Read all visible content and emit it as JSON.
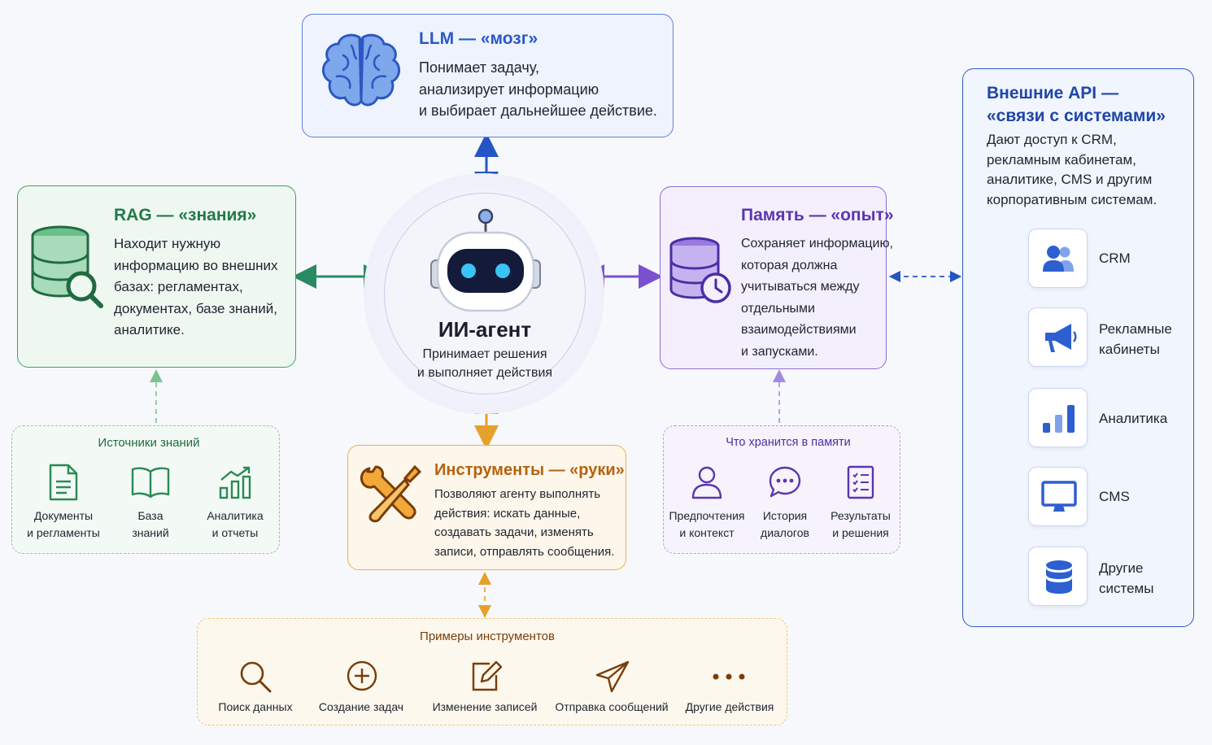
{
  "agent": {
    "title": "ИИ-агент",
    "subtitle": "Принимает решения\nи выполняет действия",
    "icon": "robot-icon"
  },
  "llm": {
    "title": "LLM — «мозг»",
    "text": "Понимает задачу,\nанализирует информацию\nи выбирает дальнейшее действие.",
    "icon": "brain-icon",
    "color": "#2b58c7"
  },
  "rag": {
    "title": "RAG — «знания»",
    "text": "Находит нужную\nинформацию во внешних\nбазах: регламентах,\nдокументах, базе знаний,\nаналитике.",
    "icon": "database-search-icon",
    "color": "#22794a"
  },
  "memory": {
    "title": "Память — «опыт»",
    "text": "Сохраняет информацию,\nкоторая должна\nучитываться между\nотдельными\nвзаимодействиями\nи запусками.",
    "icon": "database-clock-icon",
    "color": "#5a36b0"
  },
  "tools": {
    "title": "Инструменты — «руки»",
    "text": "Позволяют агенту выполнять\nдействия: искать данные,\nсоздавать задачи, изменять\nзаписи, отправлять сообщения.",
    "icon": "wrench-screwdriver-icon",
    "color": "#b5620f"
  },
  "api": {
    "title": "Внешние API —\n«связи с системами»",
    "text": "Дают доступ к CRM,\nрекламным кабинетам,\nаналитике, CMS и другим\nкорпоративным системам.",
    "color": "#1f46a8",
    "items": [
      {
        "label": "CRM",
        "icon": "users-icon"
      },
      {
        "label": "Рекламные\nкабинеты",
        "icon": "megaphone-icon"
      },
      {
        "label": "Аналитика",
        "icon": "bar-chart-icon"
      },
      {
        "label": "CMS",
        "icon": "monitor-icon"
      },
      {
        "label": "Другие\nсистемы",
        "icon": "database-icon"
      }
    ]
  },
  "sources": {
    "title": "Источники знаний",
    "items": [
      {
        "label": "Документы\nи регламенты",
        "icon": "document-icon"
      },
      {
        "label": "База\nзнаний",
        "icon": "book-icon"
      },
      {
        "label": "Аналитика\nи отчеты",
        "icon": "chart-icon"
      }
    ]
  },
  "memstore": {
    "title": "Что хранится в памяти",
    "items": [
      {
        "label": "Предпочтения\nи контекст",
        "icon": "user-icon"
      },
      {
        "label": "История\nдиалогов",
        "icon": "chat-icon"
      },
      {
        "label": "Результаты\nи решения",
        "icon": "checklist-icon"
      }
    ]
  },
  "examples": {
    "title": "Примеры инструментов",
    "items": [
      {
        "label": "Поиск данных",
        "icon": "search-icon"
      },
      {
        "label": "Создание задач",
        "icon": "plus-circle-icon"
      },
      {
        "label": "Изменение записей",
        "icon": "edit-icon"
      },
      {
        "label": "Отправка сообщений",
        "icon": "send-icon"
      },
      {
        "label": "Другие действия",
        "icon": "more-icon"
      }
    ]
  }
}
